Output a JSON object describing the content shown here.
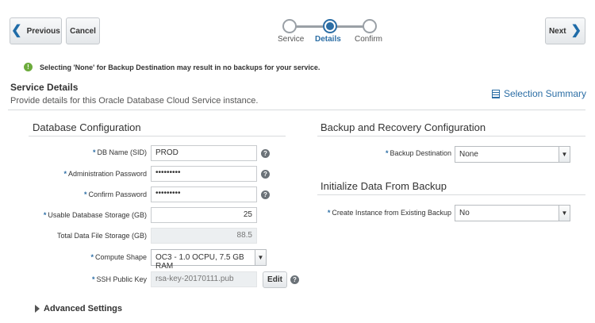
{
  "nav": {
    "previous_label": "Previous",
    "cancel_label": "Cancel",
    "next_label": "Next"
  },
  "train": {
    "steps": [
      {
        "label": "Service",
        "state": "visited"
      },
      {
        "label": "Details",
        "state": "current"
      },
      {
        "label": "Confirm",
        "state": "upcoming"
      }
    ]
  },
  "message": {
    "icon": "info-icon",
    "text": "Selecting 'None' for Backup Destination may result in no backups for your service."
  },
  "section": {
    "title": "Service Details",
    "subtitle": "Provide details for this Oracle Database Cloud Service instance.",
    "summary_link": "Selection Summary"
  },
  "db_config": {
    "title": "Database Configuration",
    "db_name_label": "DB Name (SID)",
    "db_name_value": "PROD",
    "admin_pwd_label": "Administration Password",
    "admin_pwd_value": "•••••••••",
    "confirm_pwd_label": "Confirm Password",
    "confirm_pwd_value": "•••••••••",
    "usable_storage_label": "Usable Database Storage (GB)",
    "usable_storage_value": "25",
    "total_storage_label": "Total Data File Storage (GB)",
    "total_storage_value": "88.5",
    "compute_shape_label": "Compute Shape",
    "compute_shape_value": "OC3 - 1.0 OCPU, 7.5 GB RAM",
    "ssh_key_label": "SSH Public Key",
    "ssh_key_value": "rsa-key-20170111.pub",
    "edit_label": "Edit"
  },
  "backup_config": {
    "title": "Backup and Recovery Configuration",
    "destination_label": "Backup Destination",
    "destination_value": "None"
  },
  "init_data": {
    "title": "Initialize Data From Backup",
    "create_label": "Create Instance from Existing Backup",
    "create_value": "No"
  },
  "advanced": {
    "label": "Advanced Settings"
  },
  "colors": {
    "accent": "#2c6ea5",
    "info_green": "#6cab3c",
    "border": "#c8cbce"
  }
}
